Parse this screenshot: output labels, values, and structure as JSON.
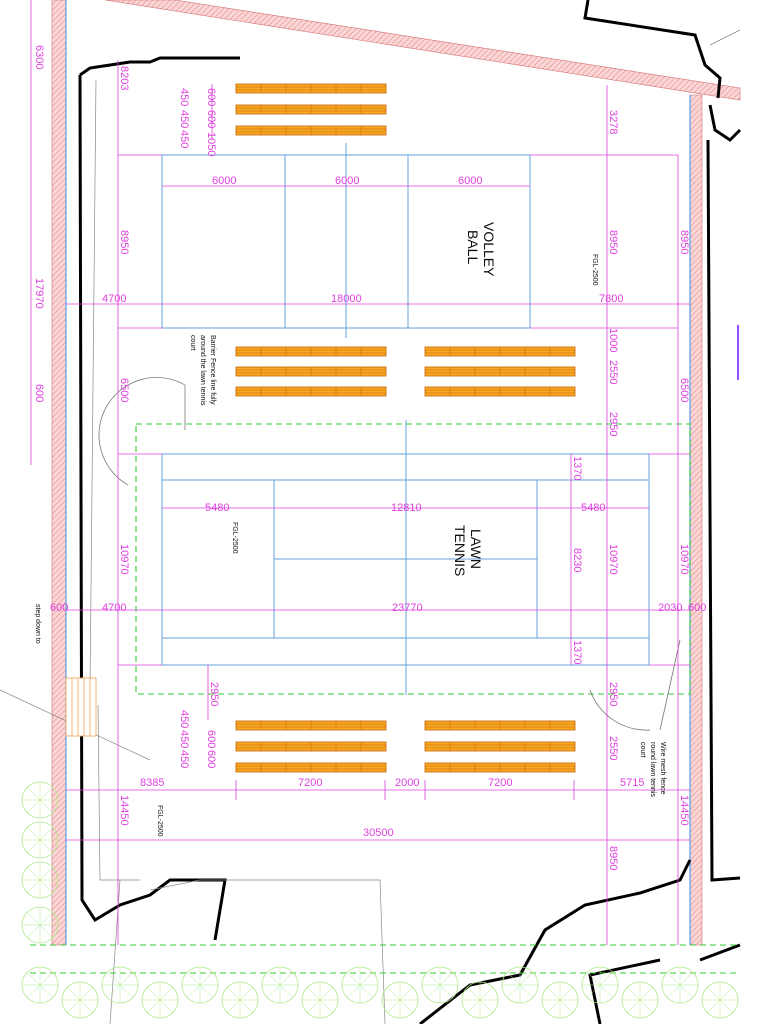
{
  "courts": {
    "volleyball": {
      "label_line1": "VOLLEY",
      "label_line2": "BALL"
    },
    "lawn_tennis": {
      "label_line1": "LAWN",
      "label_line2": "TENNIS"
    }
  },
  "annotations": {
    "barrier_fence": [
      "Barrier Fence line fully",
      "around the lawn tennis",
      "court"
    ],
    "wire_mesh": [
      "Wire mesh fence",
      "round lawn tennis",
      "court"
    ],
    "step_down": "step down to",
    "fgl_1": "FGL-2500",
    "fgl_2": "FGL-2500",
    "fgl_3": "FGL-2500"
  },
  "dimensions": {
    "d6300": "6300",
    "d8203": "8203",
    "d17970": "17970",
    "d600a": "600",
    "d600b": "600",
    "d450a": "450",
    "d450b": "450",
    "d450c": "450",
    "d600c": "600",
    "d600d": "600",
    "d1050": "1050",
    "d3278": "3278",
    "d6000a": "6000",
    "d6000b": "6000",
    "d6000c": "6000",
    "d8950a": "8950",
    "d8950b": "8950",
    "d8950c": "8950",
    "d4700a": "4700",
    "d18000": "18000",
    "d7800": "7800",
    "d1000": "1000",
    "d2550a": "2550",
    "d6500a": "6500",
    "d6500b": "6500",
    "d2950a": "2950",
    "d1370a": "1370",
    "d5480a": "5480",
    "d12810": "12810",
    "d5480b": "5480",
    "d10970a": "10970",
    "d8230": "8230",
    "d10970b": "10970",
    "d10970c": "10970",
    "d600e": "600",
    "d4700b": "4700",
    "d23770": "23770",
    "d2030": "2030",
    "d600f": "600",
    "d1370b": "1370",
    "d2950b": "2950",
    "d2950c": "2950",
    "d450d": "450",
    "d450e": "450",
    "d450f": "450",
    "d600g": "600",
    "d600h": "600",
    "d2550b": "2550",
    "d8385": "8385",
    "d7200a": "7200",
    "d2000": "2000",
    "d7200b": "7200",
    "d5715": "5715",
    "d14450a": "14450",
    "d14450b": "14450",
    "d30500": "30500",
    "d8950d": "8950"
  },
  "colors": {
    "court_line": "#66a3e0",
    "dimension": "#e040e0",
    "bench_fill": "#f7a825",
    "bench_stroke": "#c86400",
    "boundary_hatch": "#f2a0a0",
    "fence_dashed": "#33cc33",
    "terrain": "#000000"
  }
}
